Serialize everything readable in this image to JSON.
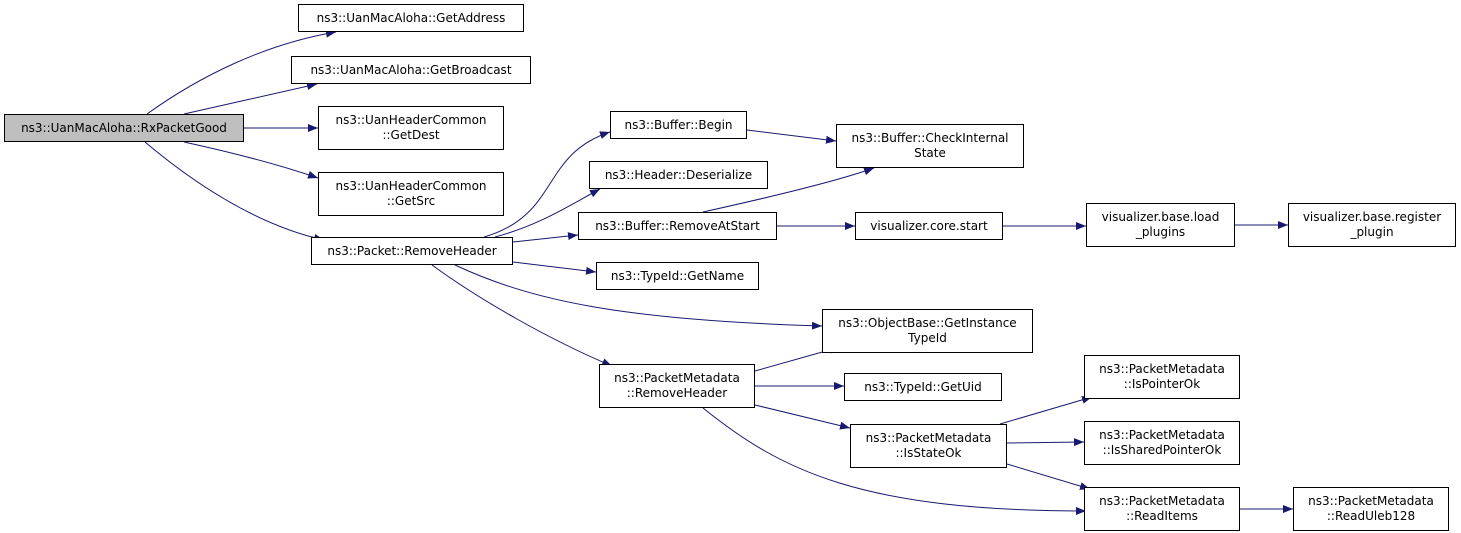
{
  "diagram": {
    "edge_color": "#191970",
    "root_fill": "#bfbfbf",
    "nodes": [
      {
        "id": "rx_packet_good",
        "lines": [
          "ns3::UanMacAloha::RxPacketGood"
        ],
        "root": true
      },
      {
        "id": "get_address",
        "lines": [
          "ns3::UanMacAloha::GetAddress"
        ]
      },
      {
        "id": "get_broadcast",
        "lines": [
          "ns3::UanMacAloha::GetBroadcast"
        ]
      },
      {
        "id": "get_dest",
        "lines": [
          "ns3::UanHeaderCommon",
          "::GetDest"
        ]
      },
      {
        "id": "get_src",
        "lines": [
          "ns3::UanHeaderCommon",
          "::GetSrc"
        ]
      },
      {
        "id": "packet_remove_header",
        "lines": [
          "ns3::Packet::RemoveHeader"
        ]
      },
      {
        "id": "buffer_begin",
        "lines": [
          "ns3::Buffer::Begin"
        ]
      },
      {
        "id": "header_deserialize",
        "lines": [
          "ns3::Header::Deserialize"
        ]
      },
      {
        "id": "buffer_remove_at_start",
        "lines": [
          "ns3::Buffer::RemoveAtStart"
        ]
      },
      {
        "id": "typeid_get_name",
        "lines": [
          "ns3::TypeId::GetName"
        ]
      },
      {
        "id": "buffer_check_internal_state",
        "lines": [
          "ns3::Buffer::CheckInternal",
          "State"
        ]
      },
      {
        "id": "visualizer_core_start",
        "lines": [
          "visualizer.core.start"
        ]
      },
      {
        "id": "visualizer_base_load_plugins",
        "lines": [
          "visualizer.base.load",
          "_plugins"
        ]
      },
      {
        "id": "visualizer_base_register_plugin",
        "lines": [
          "visualizer.base.register",
          "_plugin"
        ]
      },
      {
        "id": "objectbase_get_instance_typeid",
        "lines": [
          "ns3::ObjectBase::GetInstance",
          "TypeId"
        ]
      },
      {
        "id": "packetmetadata_remove_header",
        "lines": [
          "ns3::PacketMetadata",
          "::RemoveHeader"
        ]
      },
      {
        "id": "typeid_get_uid",
        "lines": [
          "ns3::TypeId::GetUid"
        ]
      },
      {
        "id": "packetmetadata_is_state_ok",
        "lines": [
          "ns3::PacketMetadata",
          "::IsStateOk"
        ]
      },
      {
        "id": "packetmetadata_is_pointer_ok",
        "lines": [
          "ns3::PacketMetadata",
          "::IsPointerOk"
        ]
      },
      {
        "id": "packetmetadata_is_shared_pointer_ok",
        "lines": [
          "ns3::PacketMetadata",
          "::IsSharedPointerOk"
        ]
      },
      {
        "id": "packetmetadata_read_items",
        "lines": [
          "ns3::PacketMetadata",
          "::ReadItems"
        ]
      },
      {
        "id": "packetmetadata_read_uleb128",
        "lines": [
          "ns3::PacketMetadata",
          "::ReadUleb128"
        ]
      }
    ],
    "edges": [
      [
        "rx_packet_good",
        "get_address"
      ],
      [
        "rx_packet_good",
        "get_broadcast"
      ],
      [
        "rx_packet_good",
        "get_dest"
      ],
      [
        "rx_packet_good",
        "get_src"
      ],
      [
        "rx_packet_good",
        "packet_remove_header"
      ],
      [
        "packet_remove_header",
        "buffer_begin"
      ],
      [
        "packet_remove_header",
        "header_deserialize"
      ],
      [
        "packet_remove_header",
        "buffer_remove_at_start"
      ],
      [
        "packet_remove_header",
        "typeid_get_name"
      ],
      [
        "packet_remove_header",
        "objectbase_get_instance_typeid"
      ],
      [
        "packet_remove_header",
        "packetmetadata_remove_header"
      ],
      [
        "buffer_begin",
        "buffer_check_internal_state"
      ],
      [
        "buffer_remove_at_start",
        "buffer_check_internal_state"
      ],
      [
        "buffer_remove_at_start",
        "visualizer_core_start"
      ],
      [
        "visualizer_core_start",
        "visualizer_base_load_plugins"
      ],
      [
        "visualizer_base_load_plugins",
        "visualizer_base_register_plugin"
      ],
      [
        "packetmetadata_remove_header",
        "objectbase_get_instance_typeid"
      ],
      [
        "packetmetadata_remove_header",
        "typeid_get_uid"
      ],
      [
        "packetmetadata_remove_header",
        "packetmetadata_is_state_ok"
      ],
      [
        "packetmetadata_remove_header",
        "packetmetadata_read_items"
      ],
      [
        "packetmetadata_is_state_ok",
        "packetmetadata_is_pointer_ok"
      ],
      [
        "packetmetadata_is_state_ok",
        "packetmetadata_is_shared_pointer_ok"
      ],
      [
        "packetmetadata_is_state_ok",
        "packetmetadata_read_items"
      ],
      [
        "packetmetadata_read_items",
        "packetmetadata_read_uleb128"
      ]
    ]
  }
}
